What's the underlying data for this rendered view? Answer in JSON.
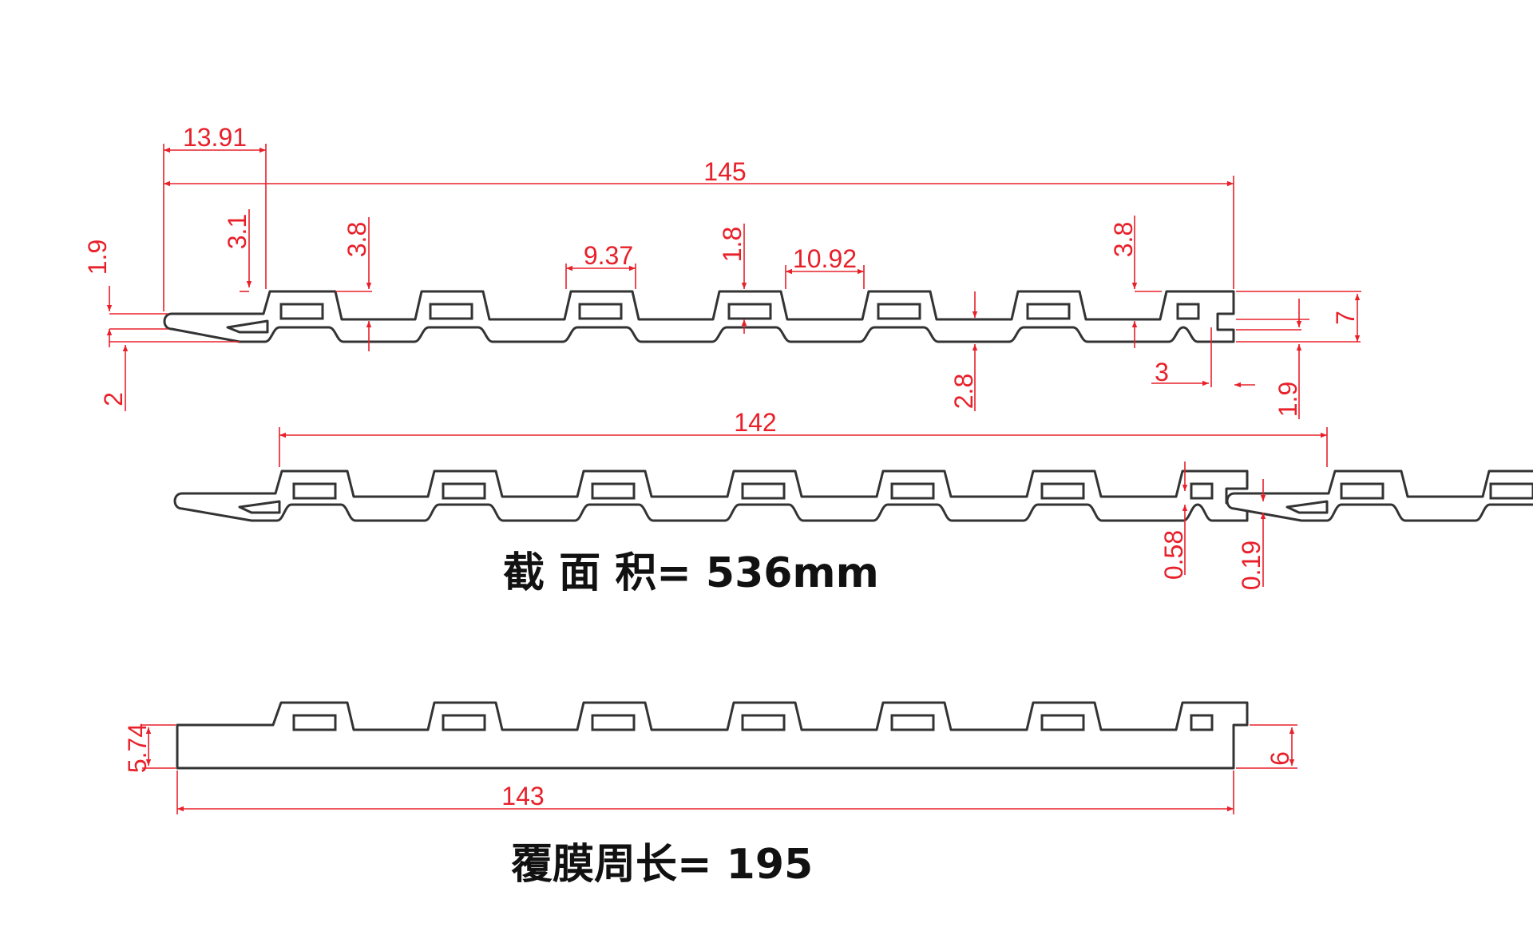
{
  "colors": {
    "dimension": "#e8202a",
    "outline": "#333333",
    "caption": "#111111",
    "background": "#ffffff"
  },
  "profile_1": {
    "dimensions": {
      "d_13_91": "13.91",
      "d_145": "145",
      "d_3_1": "3.1",
      "d_3_8_left": "3.8",
      "d_9_37": "9.37",
      "d_1_8": "1.8",
      "d_10_92": "10.92",
      "d_3_8_right": "3.8",
      "d_1_9_left": "1.9",
      "d_2": "2",
      "d_2_8": "2.8",
      "d_3": "3",
      "d_1_9_right": "1.9",
      "d_7": "7"
    }
  },
  "profile_2": {
    "dimensions": {
      "d_142": "142",
      "d_0_58": "0.58",
      "d_0_19": "0.19"
    },
    "caption": "截 面 积= 536mm"
  },
  "profile_3": {
    "dimensions": {
      "d_5_74": "5.74",
      "d_143": "143",
      "d_6": "6"
    },
    "caption": "覆膜周长= 195"
  }
}
